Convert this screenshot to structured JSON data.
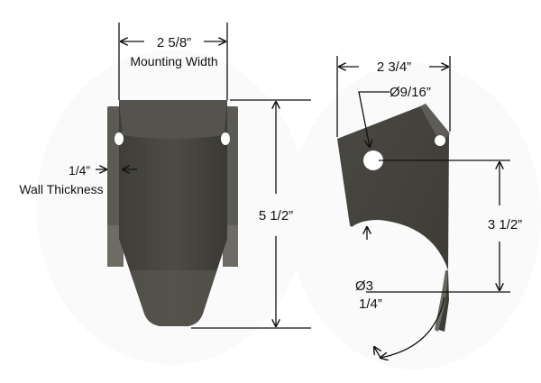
{
  "front_view": {
    "mounting_width": {
      "value": "2 5/8”",
      "label": "Mounting Width"
    },
    "wall_thickness": {
      "value": "1/4”",
      "label": "Wall Thickness"
    },
    "height": {
      "value": "5 1/2”"
    }
  },
  "side_view": {
    "width": {
      "value": "2 3/4”"
    },
    "hole_diameter": {
      "value": "Ø9/16”"
    },
    "hole_height": {
      "value": "3 1/2”"
    },
    "arc_diameter": {
      "line1": "Ø3",
      "line2": "1/4”"
    }
  },
  "colors": {
    "steel": "#4a4843",
    "steel_dark": "#35342f",
    "steel_light": "#6a6862",
    "line": "#111111"
  }
}
